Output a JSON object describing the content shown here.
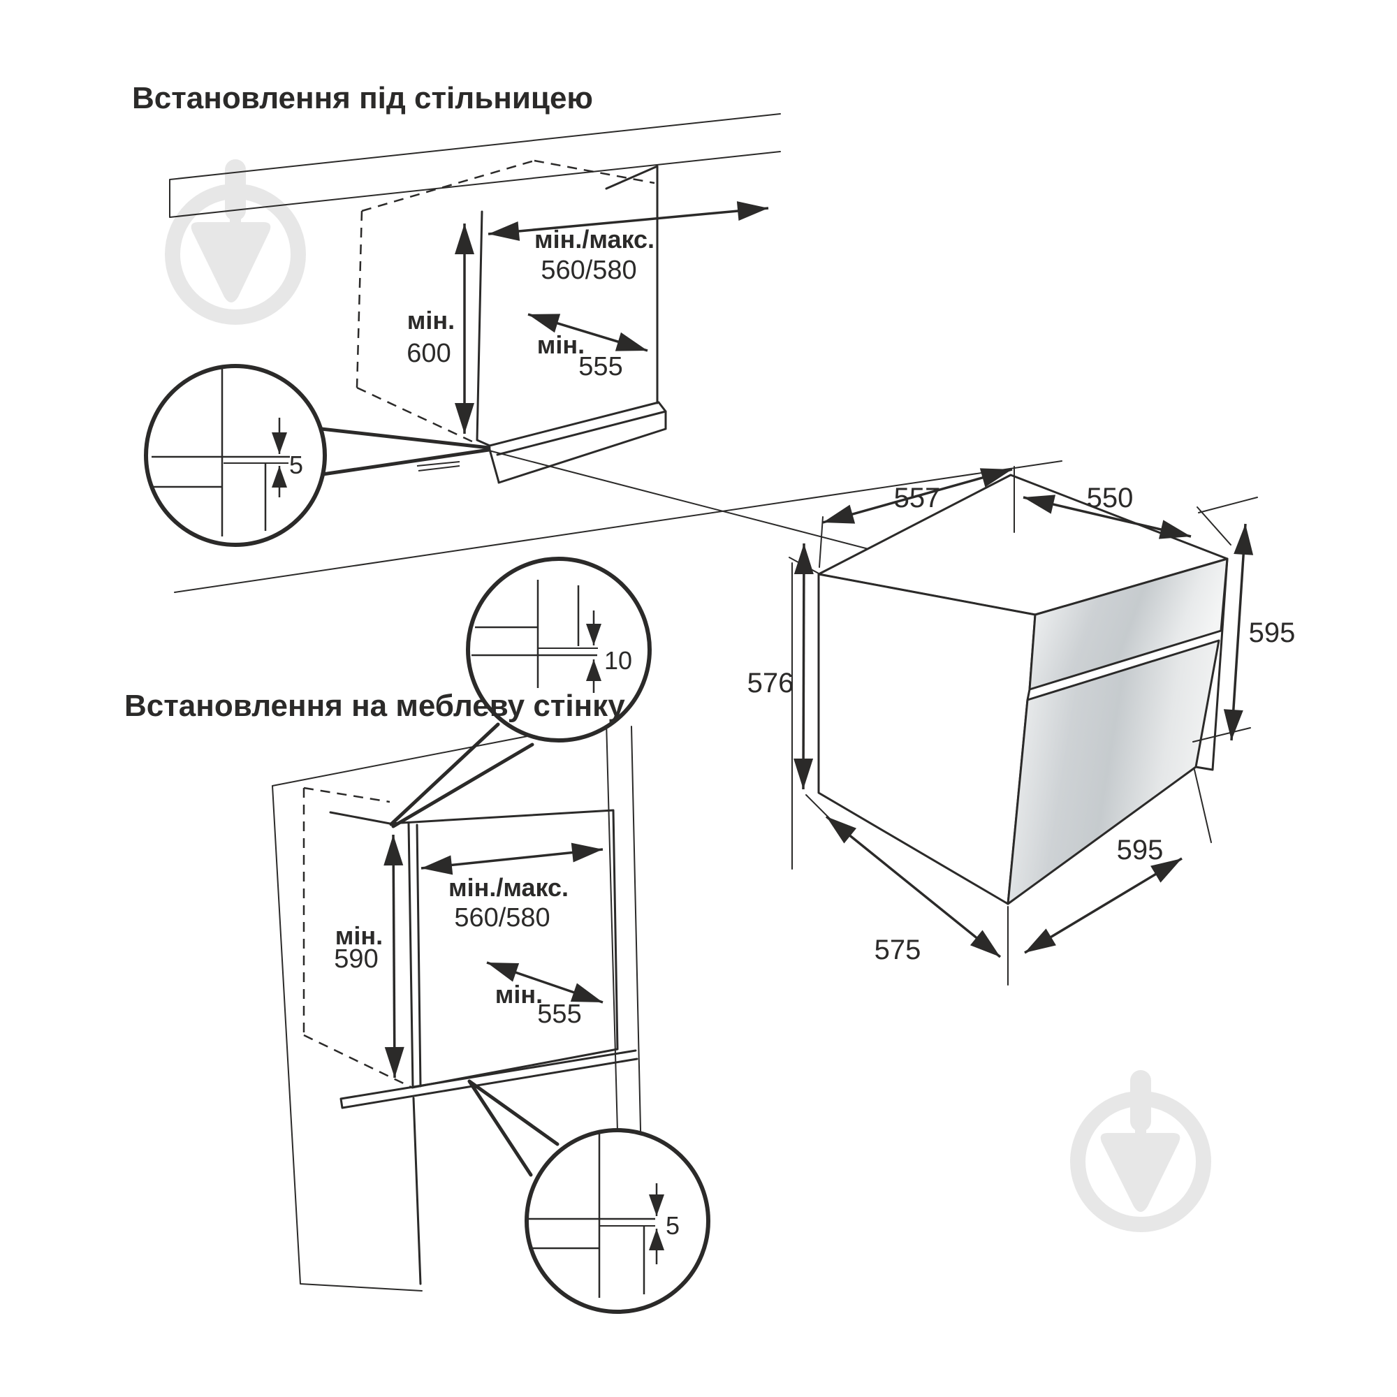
{
  "colors": {
    "line": "#2b2a29",
    "background": "#ffffff",
    "watermark": "#e7e7e7",
    "steel_light": "#f4f5f5",
    "steel_dark": "#c6cbce"
  },
  "section_under_countertop": {
    "title": "Встановлення під стільницею",
    "width": {
      "label": "мін./макс.",
      "value": "560/580"
    },
    "height": {
      "label": "мін.",
      "value": "600"
    },
    "depth": {
      "label": "мін.",
      "value": "555"
    },
    "gap_detail": {
      "value": "5"
    }
  },
  "section_furniture_wall": {
    "title": "Встановлення на меблеву стінку",
    "width": {
      "label": "мін./макс.",
      "value": "560/580"
    },
    "height": {
      "label": "мін.",
      "value": "590"
    },
    "depth": {
      "label": "мін.",
      "value": "555"
    },
    "top_gap_detail": {
      "value": "10"
    },
    "bottom_gap_detail": {
      "value": "5"
    }
  },
  "oven_dimensions": {
    "top_depth": "557",
    "top_width": "550",
    "height_back": "576",
    "height_front": "595",
    "bottom_depth": "575",
    "bottom_width": "595"
  }
}
